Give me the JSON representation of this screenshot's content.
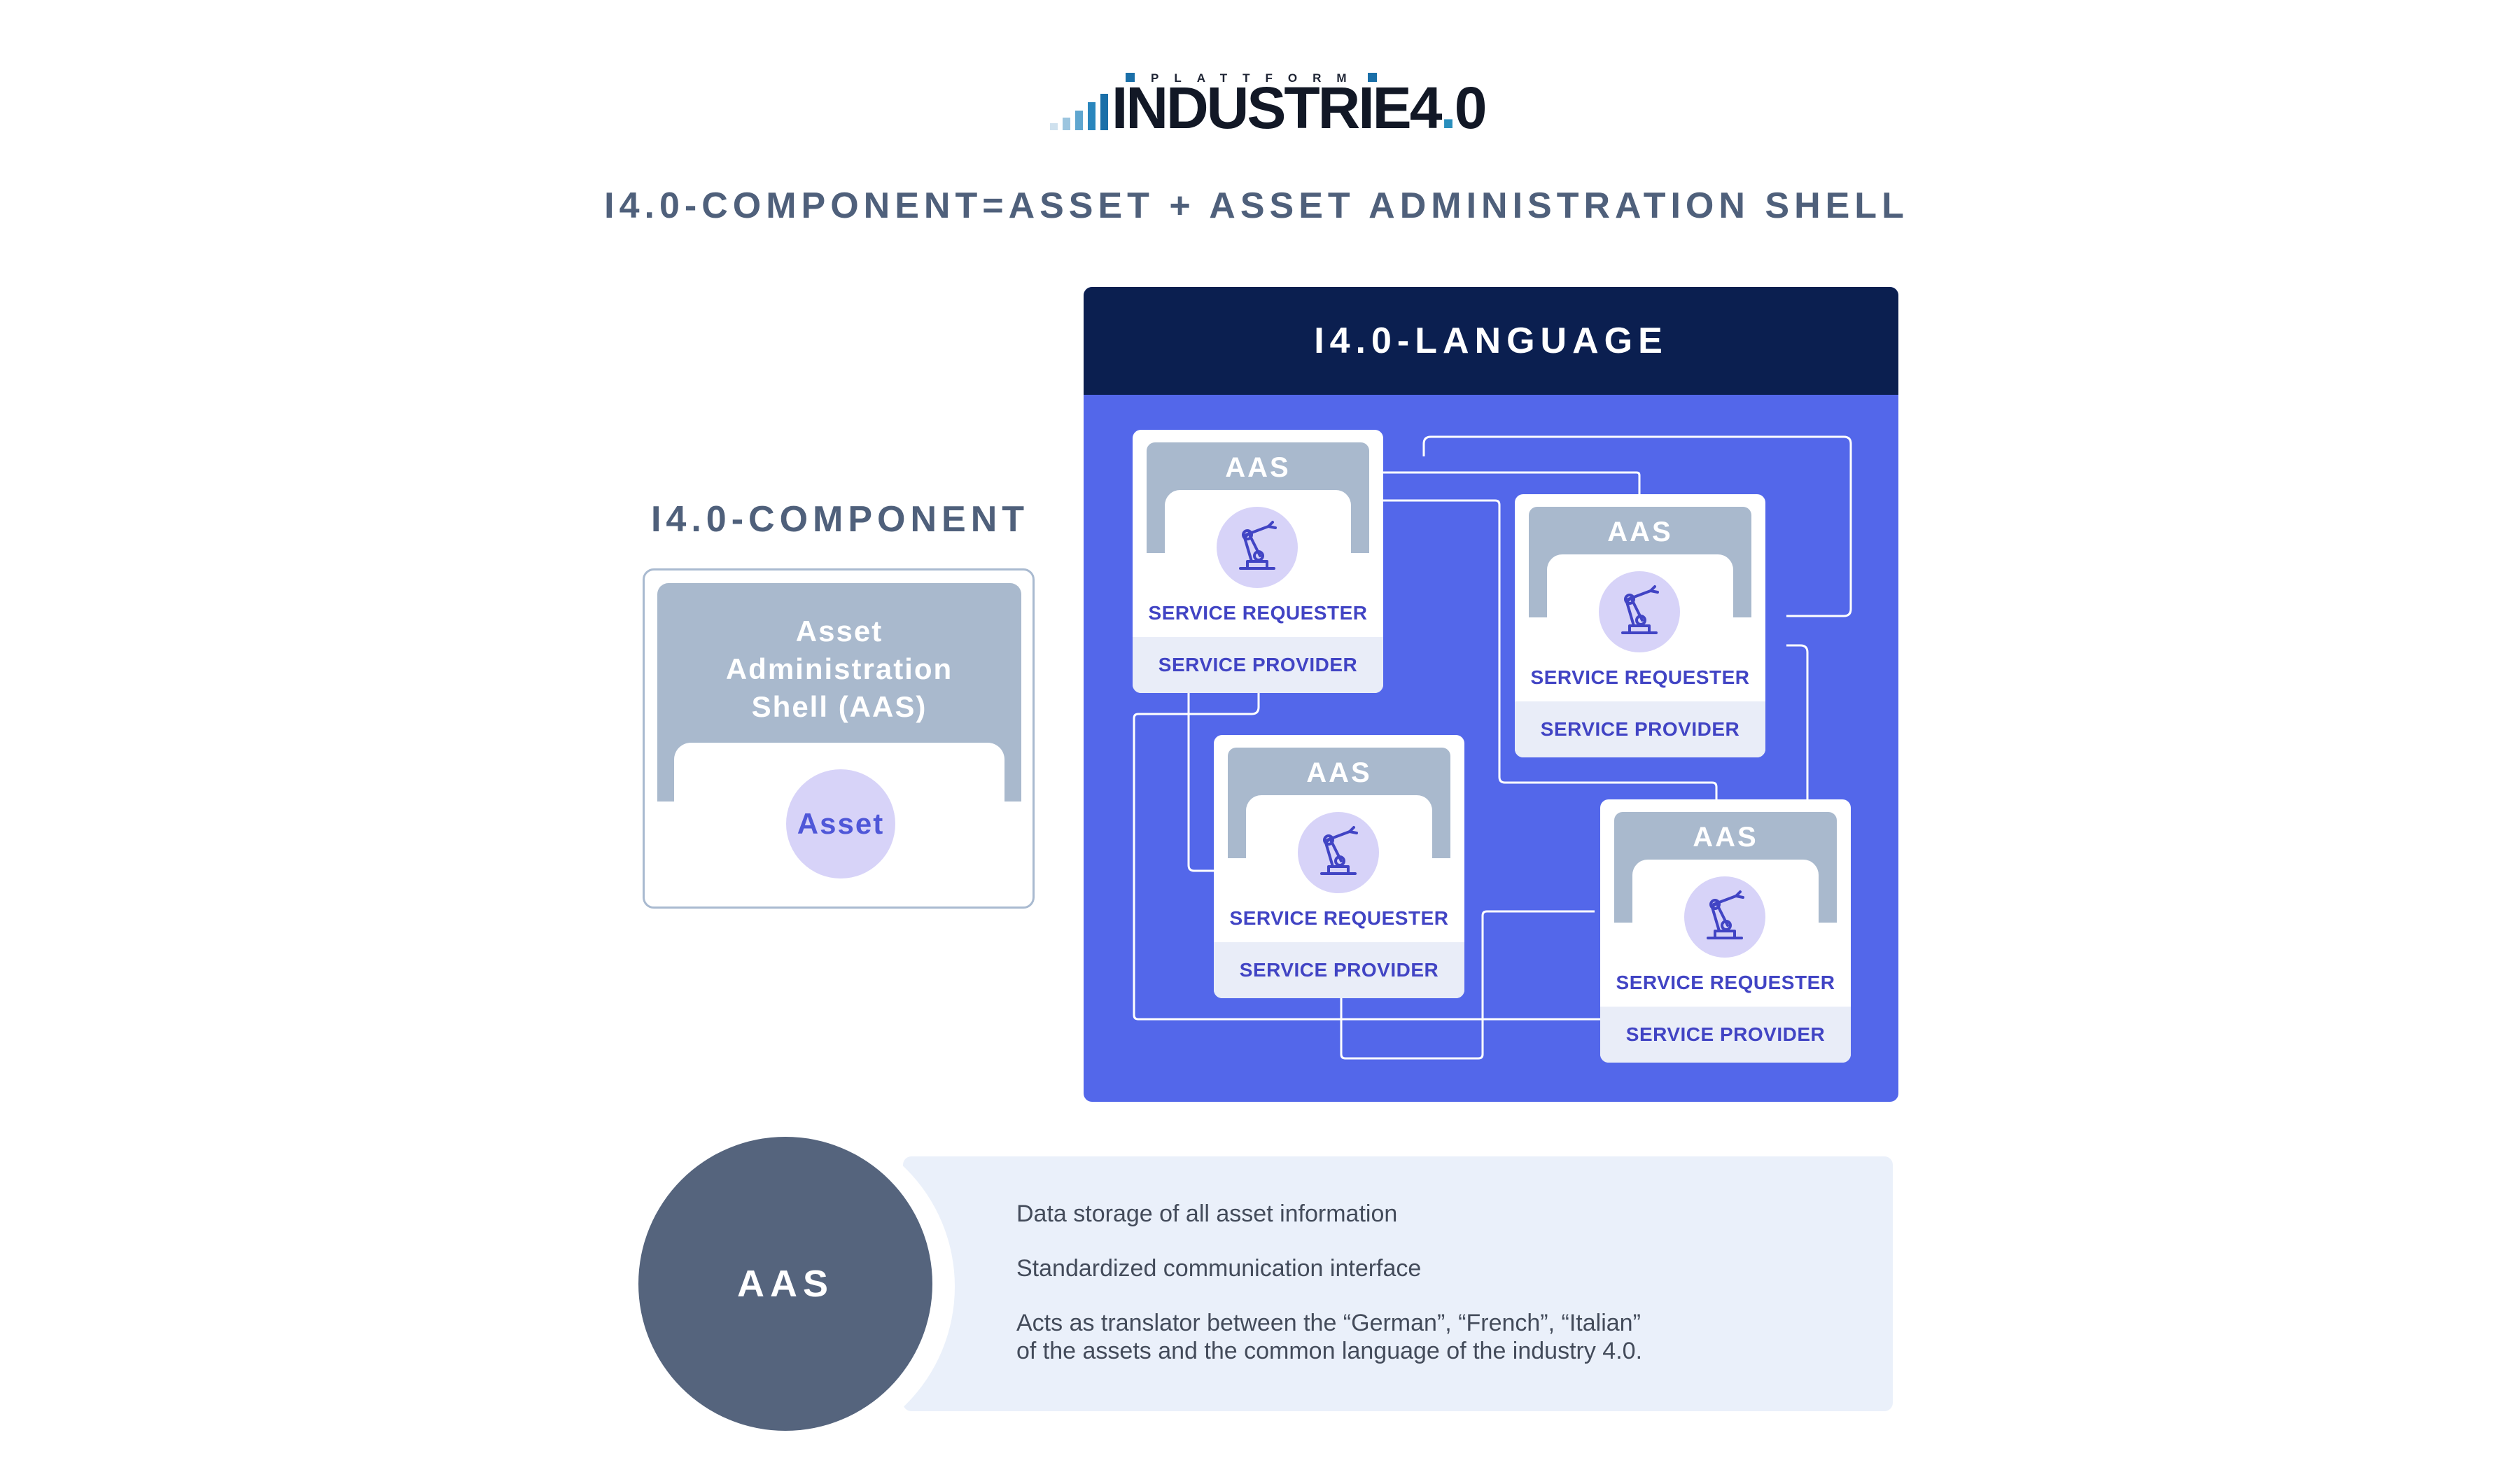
{
  "logo": {
    "small_text": "PLATTFORM",
    "wordmark": "INDUSTRIE4",
    "dot": ".",
    "version": "0"
  },
  "title": "I4.0-COMPONENT=ASSET + ASSET ADMINISTRATION SHELL",
  "component": {
    "title": "I4.0-COMPONENT",
    "aas_label_lines": [
      "Asset",
      "Administration",
      "Shell (AAS)"
    ],
    "asset_label": "Asset"
  },
  "language": {
    "title": "I4.0-LANGUAGE",
    "cards": [
      {
        "shell": "AAS",
        "requester": "SERVICE REQUESTER",
        "provider": "SERVICE PROVIDER"
      },
      {
        "shell": "AAS",
        "requester": "SERVICE REQUESTER",
        "provider": "SERVICE PROVIDER"
      },
      {
        "shell": "AAS",
        "requester": "SERVICE REQUESTER",
        "provider": "SERVICE PROVIDER"
      },
      {
        "shell": "AAS",
        "requester": "SERVICE REQUESTER",
        "provider": "SERVICE PROVIDER"
      }
    ],
    "icon": "robot-arm-icon"
  },
  "aas_summary": {
    "label": "AAS",
    "lines": [
      "Data storage of all asset information",
      "Standardized communication interface",
      "Acts as translator between the “German”, “French”, “Italian”",
      "of the assets and the common language of the industry 4.0."
    ]
  },
  "colors": {
    "panel": "#5367ea",
    "header": "#0b1f50",
    "shell": "#a9b9cd",
    "accent_text": "#4144c4",
    "aas_circle": "#55647d",
    "title_text": "#4f607b"
  }
}
